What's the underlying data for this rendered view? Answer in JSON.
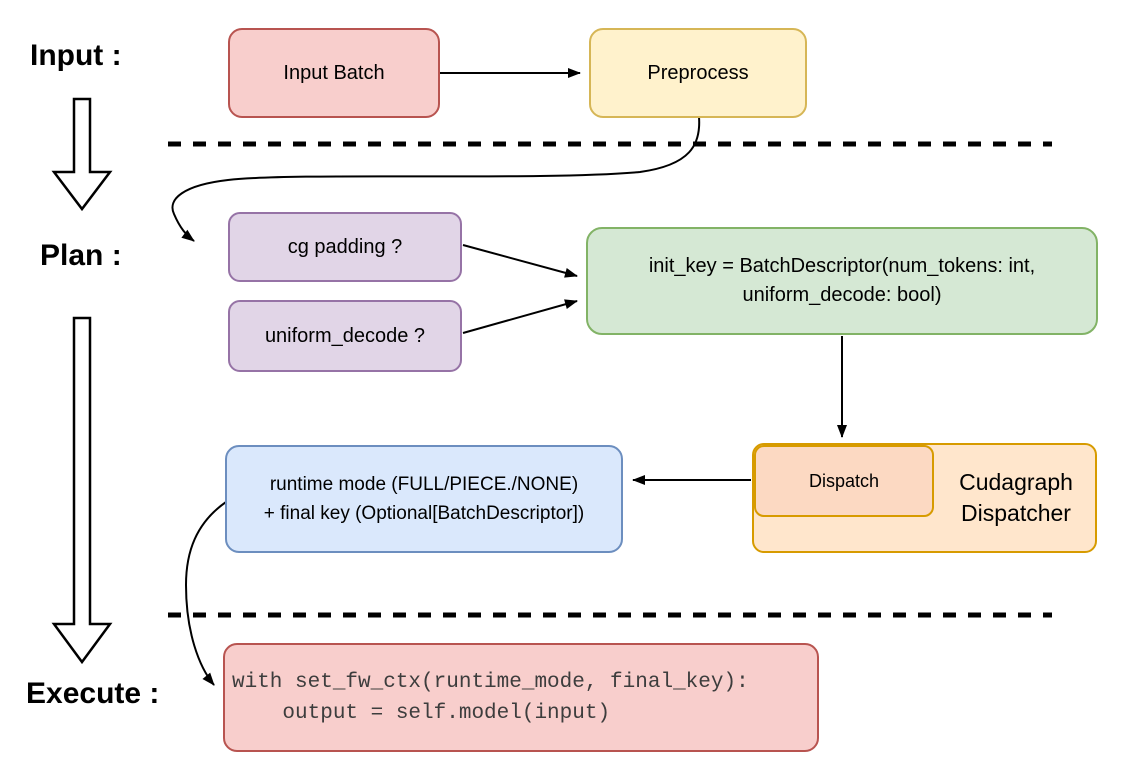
{
  "stage_labels": {
    "input": "Input :",
    "plan": "Plan :",
    "execute": "Execute :"
  },
  "nodes": {
    "input_batch": "Input Batch",
    "preprocess": "Preprocess",
    "cg_padding": "cg padding ?",
    "uniform_decode": "uniform_decode ?",
    "init_key_line1": "init_key = BatchDescriptor(num_tokens: int,",
    "init_key_line2": "uniform_decode: bool)",
    "runtime_line1": "runtime mode (FULL/PIECE./NONE)",
    "runtime_line2": "+ final key (Optional[BatchDescriptor])",
    "dispatch": "Dispatch",
    "dispatcher_line1": "Cudagraph",
    "dispatcher_line2": "Dispatcher",
    "code_line1": "with set_fw_ctx(runtime_mode, final_key):",
    "code_line2": "    output = self.model(input)"
  },
  "colors": {
    "pink_fill": "#F8CECC",
    "pink_stroke": "#B85450",
    "yellow_fill": "#FFF2CC",
    "yellow_stroke": "#D6B656",
    "purple_fill": "#E1D5E7",
    "purple_stroke": "#9673A6",
    "green_fill": "#D5E8D4",
    "green_stroke": "#82B366",
    "blue_fill": "#DAE8FC",
    "blue_stroke": "#6C8EBF",
    "orange_fill": "#FFE6CC",
    "orange_stroke": "#D79B00",
    "dispatch_inner_fill": "#FCD9C2",
    "line_color": "#000000",
    "code_text_color": "#3d3d3d"
  }
}
